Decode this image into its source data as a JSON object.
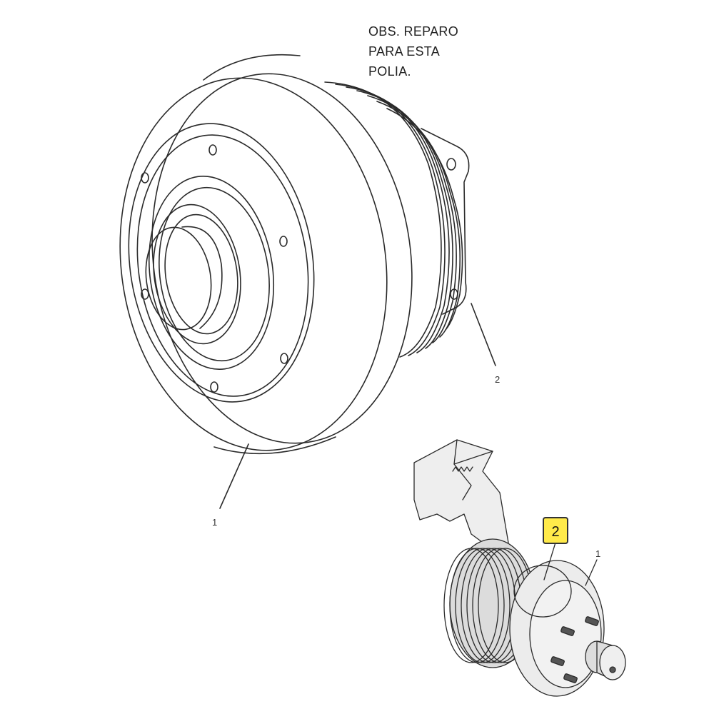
{
  "note": {
    "lines": [
      "OBS. REPARO",
      "PARA ESTA",
      "POLIA."
    ]
  },
  "callouts": {
    "main_1": "1",
    "main_2": "2",
    "inset_1": "1",
    "inset_highlight_2": "2"
  },
  "colors": {
    "line": "#2a2a2a",
    "badge_fill": "#ffea4a",
    "inset_fill": "#e6e6e6"
  }
}
